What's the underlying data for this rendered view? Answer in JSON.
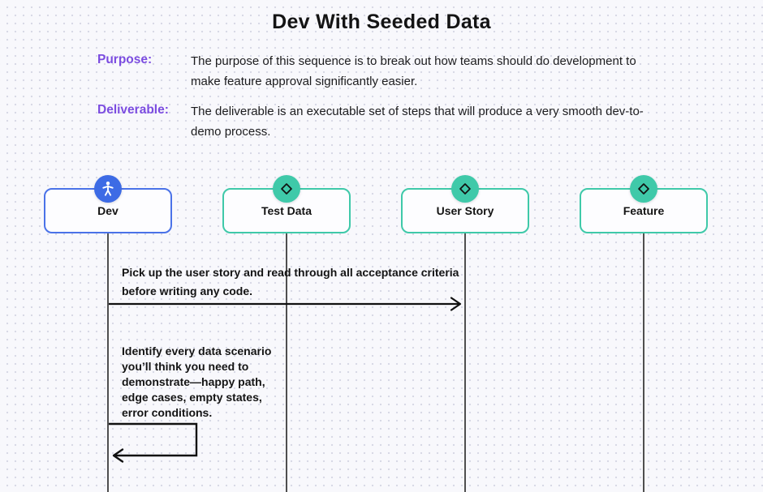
{
  "title": "Dev With Seeded Data",
  "sections": {
    "purpose": {
      "label": "Purpose:",
      "text": "The purpose of this sequence is to break out how teams should do development to make feature approval significantly easier."
    },
    "deliverable": {
      "label": "Deliverable:",
      "text": "The deliverable is an executable set of steps that will produce a very smooth dev-to-demo process."
    }
  },
  "actors": [
    {
      "label": "Dev",
      "icon": "person-icon",
      "accent": "#3d6be5"
    },
    {
      "label": "Test Data",
      "icon": "diamond-icon",
      "accent": "#3fc9a9"
    },
    {
      "label": "User Story",
      "icon": "diamond-icon",
      "accent": "#3fc9a9"
    },
    {
      "label": "Feature",
      "icon": "diamond-icon",
      "accent": "#3fc9a9"
    }
  ],
  "messages": [
    {
      "from": "Dev",
      "to": "User Story",
      "text": "Pick up the user story and read through all acceptance criteria before writing any code."
    },
    {
      "from": "Dev",
      "to": "Dev",
      "text": "Identify every data scenario you’ll think you need to demonstrate—happy path, edge cases, empty states, error conditions."
    }
  ],
  "colors": {
    "background": "#f8f8fc",
    "dot_grid": "#d8d9e6",
    "purple_label": "#7b4ce0",
    "dev_blue": "#3d6be5",
    "teal": "#3fc9a9",
    "lifeline_gray": "#4f4f4f",
    "arrow_black": "#111111"
  }
}
